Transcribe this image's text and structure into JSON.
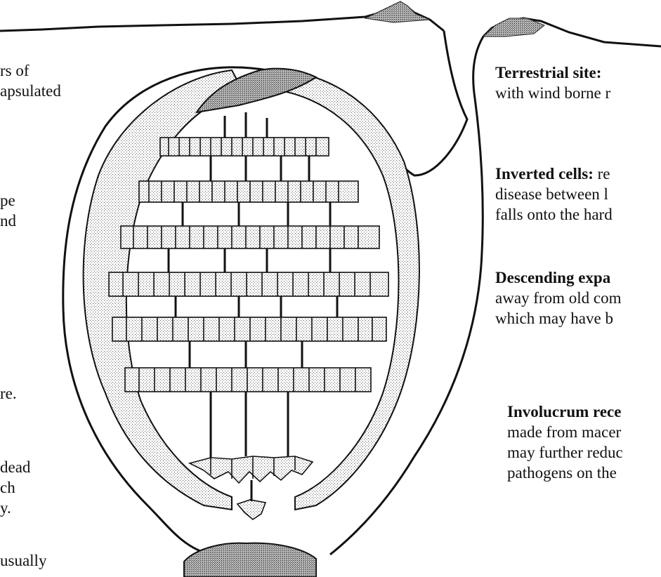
{
  "left_fragments": [
    "rs of",
    "apsulated",
    "pe",
    "nd",
    "re.",
    "dead",
    "ch",
    "y.",
    "usually"
  ],
  "annotations": [
    {
      "heading": "Terrestrial site:",
      "lines": [
        "with wind borne r"
      ]
    },
    {
      "heading": "Inverted cells:",
      "first_line_rest": " re",
      "lines": [
        "disease between l",
        "falls onto the hard"
      ]
    },
    {
      "heading": "Descending expa",
      "lines": [
        "away from old com",
        "which may have b"
      ]
    },
    {
      "heading": "Involucrum rece",
      "lines": [
        "made from macer",
        "may further reduc",
        "pathogens on the"
      ]
    }
  ],
  "colors": {
    "ink": "#111111",
    "background": "#ffffff"
  }
}
